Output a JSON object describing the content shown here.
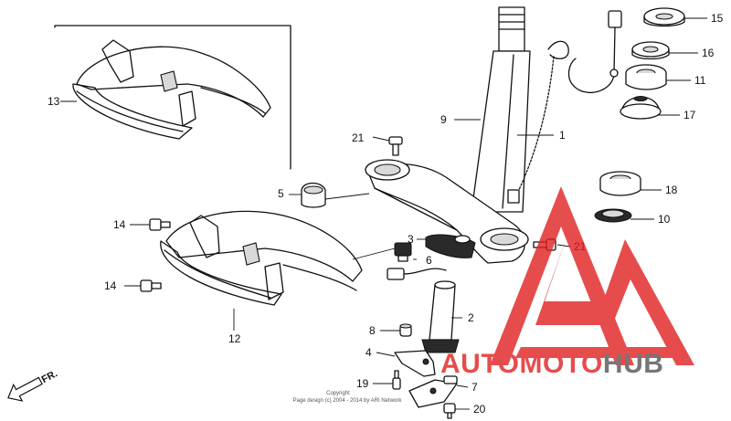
{
  "callouts": {
    "c1": "1",
    "c2": "2",
    "c3": "3",
    "c4": "4",
    "c5": "5",
    "c6": "6",
    "c7": "7",
    "c8": "8",
    "c9": "9",
    "c10": "10",
    "c11": "11",
    "c12": "12",
    "c13": "13",
    "c14a": "14",
    "c14b": "14",
    "c15": "15",
    "c16": "16",
    "c17": "17",
    "c18": "18",
    "c19": "19",
    "c20": "20",
    "c21a": "21",
    "c21b": "21"
  },
  "direction_label": "FR.",
  "copyright": {
    "line1": "Copyright",
    "line2": "Page design (c) 2004 - 2014 by ARI Network"
  },
  "watermark": {
    "word_auto": "AUTO",
    "word_moto": "MOTO",
    "word_hub": "HUB",
    "color_red": "#e02020",
    "color_dark": "#555555"
  }
}
